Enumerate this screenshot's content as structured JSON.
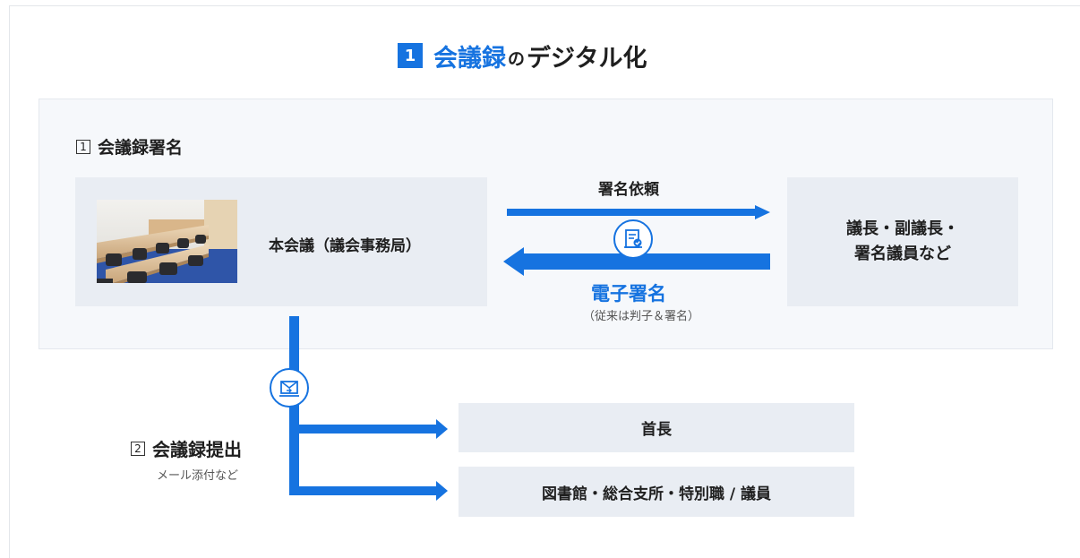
{
  "title": {
    "number": "1",
    "highlight": "会議録",
    "particle": "の",
    "rest": "デジタル化"
  },
  "section1": {
    "step_number": "1",
    "label": "会議録署名",
    "council": "本会議（議会事務局）",
    "chair": {
      "line1": "議長・副議長・",
      "line2": "署名議員など"
    },
    "request_label": "署名依頼",
    "esign_label": "電子署名",
    "esign_sub": "（従来は判子＆署名）"
  },
  "section2": {
    "step_number": "2",
    "label": "会議録提出",
    "sub": "メール添付など",
    "destinations": [
      "首長",
      "図書館・総合支所・特別職 / 議員"
    ]
  },
  "colors": {
    "accent": "#1673e0",
    "box_bg": "#e9edf3",
    "panel_bg": "#f6f8fb"
  },
  "icons": {
    "sign": "document-stamp-icon",
    "mail": "mail-send-icon"
  }
}
